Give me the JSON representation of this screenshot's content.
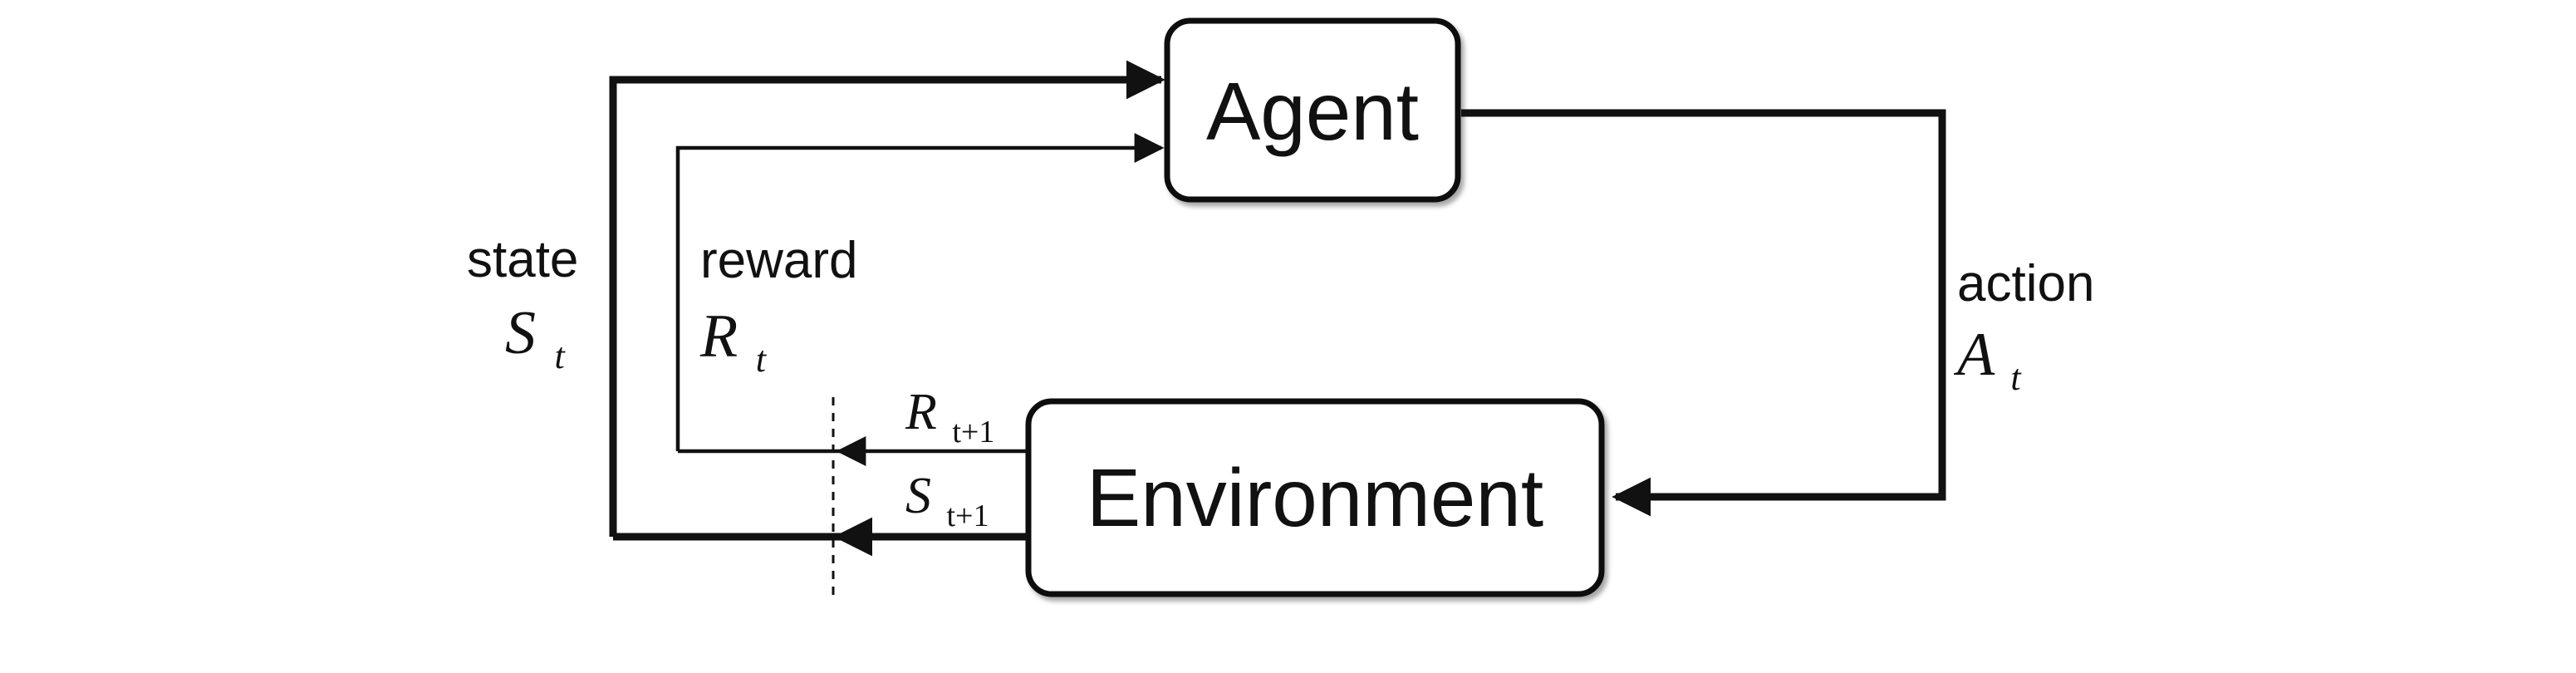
{
  "boxes": {
    "agent": "Agent",
    "environment": "Environment"
  },
  "labels": {
    "state_word": "state",
    "state_symbol": "S",
    "state_sub": "t",
    "reward_word": "reward",
    "reward_symbol": "R",
    "reward_sub": "t",
    "action_word": "action",
    "action_symbol": "A",
    "action_sub": "t",
    "next_reward_symbol": "R",
    "next_reward_sub": "t+1",
    "next_state_symbol": "S",
    "next_state_sub": "t+1"
  }
}
